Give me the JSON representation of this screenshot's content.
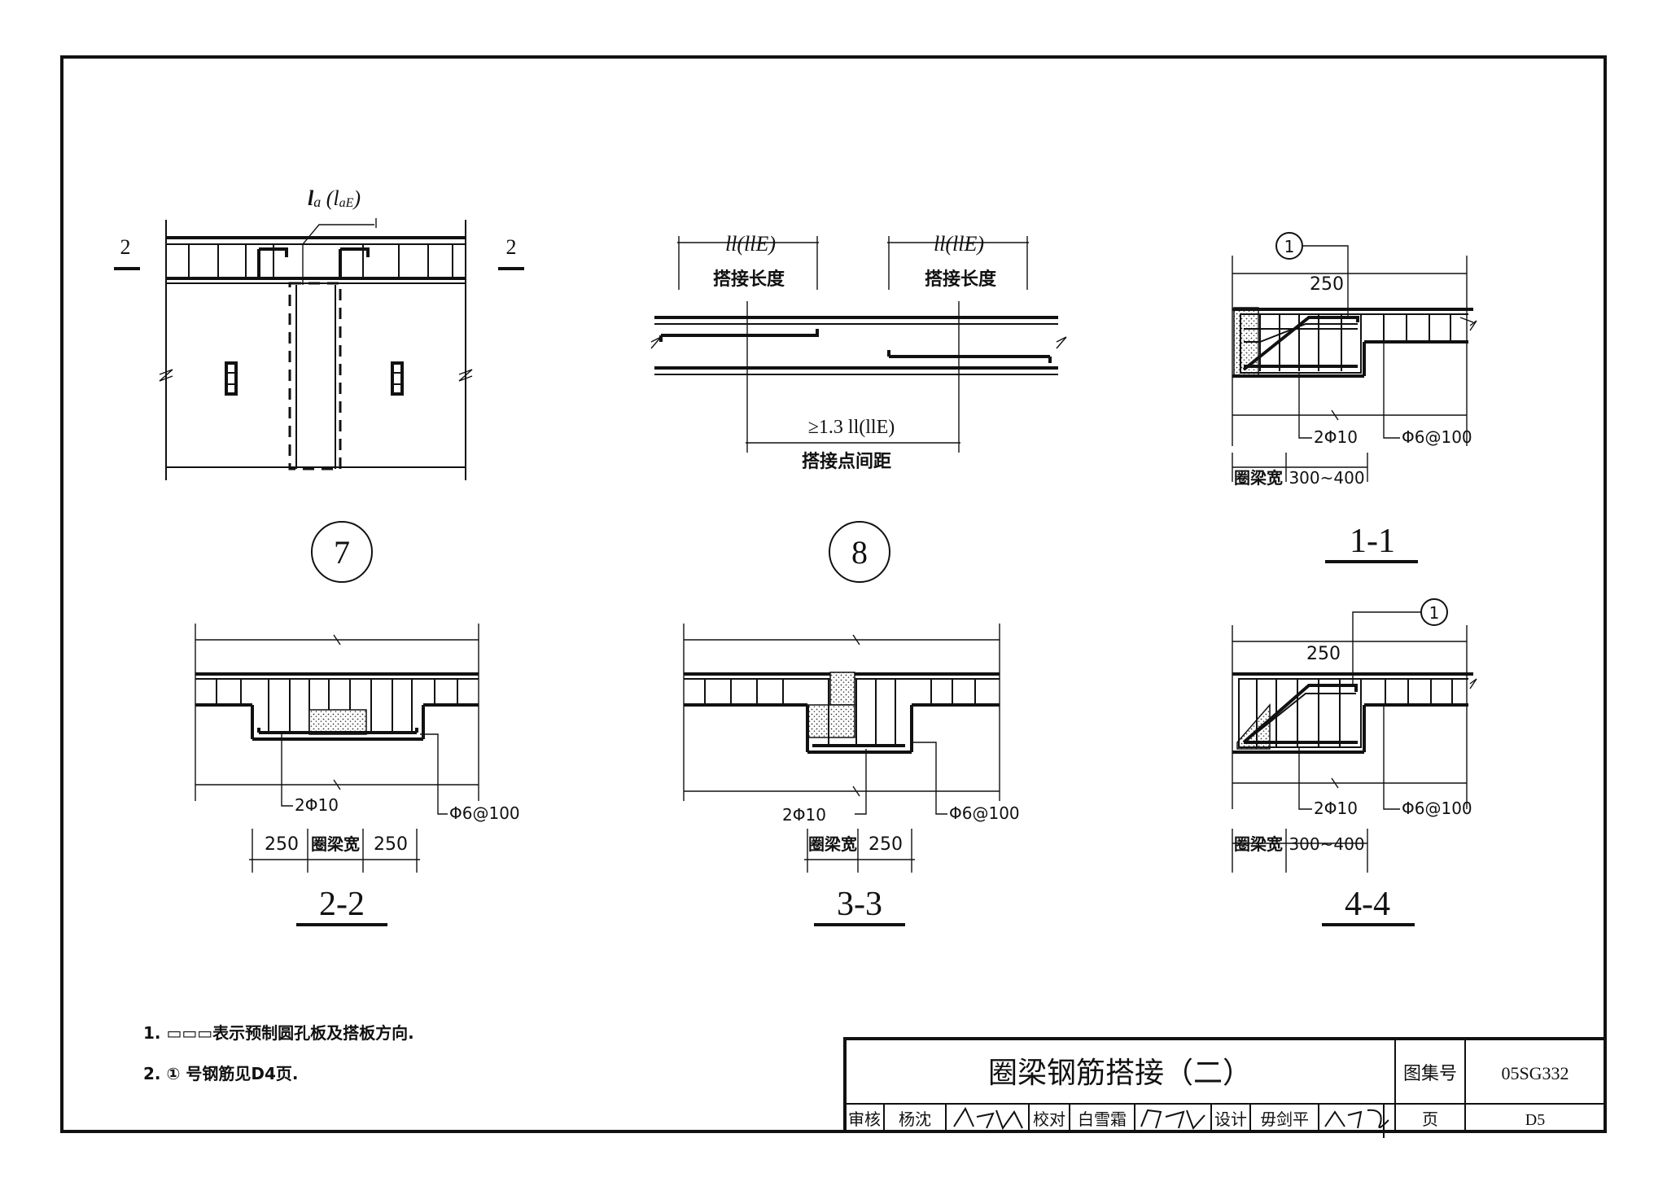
{
  "drawings": {
    "d7": {
      "anchorage_label": "l",
      "anchorage_label_full": "la(laE)",
      "section_mark_left": "2",
      "section_mark_right": "2",
      "number": "7"
    },
    "d8": {
      "lap_label_left": "ll(llE)",
      "lap_label_right": "ll(llE)",
      "lap_text_left": "搭接长度",
      "lap_text_right": "搭接长度",
      "spacing_label": "≥1.3 ll(llE)",
      "spacing_text": "搭接点间距",
      "number": "8"
    },
    "s11": {
      "callout": "1",
      "dim": "250",
      "bar": "2Φ10",
      "stirrup": "Φ6@100",
      "width_label": "圈梁宽",
      "width_value": "300~400",
      "title": "1-1"
    },
    "s22": {
      "bar": "2Φ10",
      "stirrup": "Φ6@100",
      "dim_left": "250",
      "width_label": "圈梁宽",
      "dim_right": "250",
      "title": "2-2"
    },
    "s33": {
      "bar": "2Φ10",
      "stirrup": "Φ6@100",
      "width_label": "圈梁宽",
      "dim_right": "250",
      "title": "3-3"
    },
    "s44": {
      "callout": "1",
      "dim": "250",
      "bar": "2Φ10",
      "stirrup": "Φ6@100",
      "width_label": "圈梁宽",
      "width_value": "300~400",
      "title": "4-4"
    }
  },
  "notes": [
    "1. ▭▭▭表示预制圆孔板及搭板方向.",
    "2. ① 号钢筋见D4页."
  ],
  "title_block": {
    "title": "圈梁钢筋搭接（二）",
    "atlas_label": "图集号",
    "atlas_no": "05SG332",
    "page_label": "页",
    "page_no": "D5",
    "review_label": "审核",
    "reviewer": "杨沈",
    "check_label": "校对",
    "checker": "白雪霜",
    "design_label": "设计",
    "designer": "毋剑平"
  }
}
